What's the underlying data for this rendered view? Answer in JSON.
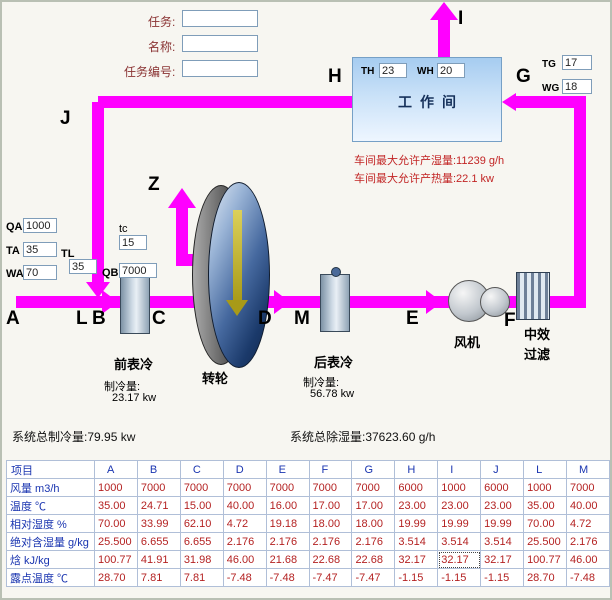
{
  "header": {
    "task_label": "任务:",
    "task_value": "",
    "name_label": "名称:",
    "name_value": "",
    "task_no_label": "任务编号:",
    "task_no_value": ""
  },
  "workroom": {
    "title": "工作间",
    "th_label": "TH",
    "th_value": "23",
    "wh_label": "WH",
    "wh_value": "20",
    "tg_label": "TG",
    "tg_value": "17",
    "wg_label": "WG",
    "wg_value": "18",
    "max_moisture": "车间最大允许产湿量:11239 g/h",
    "max_heat": "车间最大允许产热量:22.1 kw"
  },
  "inputs": {
    "qa_label": "QA",
    "qa_value": "1000",
    "ta_label": "TA",
    "ta_value": "35",
    "wa_label": "WA",
    "wa_value": "70",
    "tl_label": "TL",
    "tl_value": "35",
    "tc_label": "tc",
    "tc_value": "15",
    "qb_label": "QB",
    "qb_value": "7000"
  },
  "components": {
    "precooler_label": "前表冷",
    "precooler_capacity_label": "制冷量:",
    "precooler_capacity_value": "23.17 kw",
    "wheel_label": "转轮",
    "aftercooler_label": "后表冷",
    "aftercooler_capacity_label": "制冷量:",
    "aftercooler_capacity_value": "56.78 kw",
    "fan_label": "风机",
    "filter_label_line1": "中效",
    "filter_label_line2": "过滤"
  },
  "stats": {
    "total_cooling": "系统总制冷量:79.95 kw",
    "total_dehumid": "系统总除湿量:37623.60 g/h"
  },
  "letters": {
    "A": "A",
    "B": "B",
    "C": "C",
    "D": "D",
    "E": "E",
    "F": "F",
    "G": "G",
    "H": "H",
    "I": "I",
    "J": "J",
    "L": "L",
    "M": "M",
    "Z": "Z"
  },
  "colors": {
    "pipe": "#ff00ff",
    "table_value_text": "#b42222",
    "table_header_text": "#1a35b0",
    "workroom_fill": "#c9e1f8"
  },
  "table": {
    "corner": "项目",
    "columns": [
      "A",
      "B",
      "C",
      "D",
      "E",
      "F",
      "G",
      "H",
      "I",
      "J",
      "L",
      "M"
    ],
    "rows": [
      {
        "label": "风量 m3/h",
        "values": [
          "1000",
          "7000",
          "7000",
          "7000",
          "7000",
          "7000",
          "7000",
          "6000",
          "1000",
          "6000",
          "1000",
          "7000"
        ]
      },
      {
        "label": "温度 ℃",
        "values": [
          "35.00",
          "24.71",
          "15.00",
          "40.00",
          "16.00",
          "17.00",
          "17.00",
          "23.00",
          "23.00",
          "23.00",
          "35.00",
          "40.00"
        ]
      },
      {
        "label": "相对湿度 %",
        "values": [
          "70.00",
          "33.99",
          "62.10",
          "4.72",
          "19.18",
          "18.00",
          "18.00",
          "19.99",
          "19.99",
          "19.99",
          "70.00",
          "4.72"
        ]
      },
      {
        "label": "绝对含湿量 g/kg",
        "values": [
          "25.500",
          "6.655",
          "6.655",
          "2.176",
          "2.176",
          "2.176",
          "2.176",
          "3.514",
          "3.514",
          "3.514",
          "25.500",
          "2.176"
        ]
      },
      {
        "label": "焓 kJ/kg",
        "values": [
          "100.77",
          "41.91",
          "31.98",
          "46.00",
          "21.68",
          "22.68",
          "22.68",
          "32.17",
          "32.17",
          "32.17",
          "100.77",
          "46.00"
        ]
      },
      {
        "label": "露点温度 ℃",
        "values": [
          "28.70",
          "7.81",
          "7.81",
          "-7.48",
          "-7.48",
          "-7.47",
          "-7.47",
          "-1.15",
          "-1.15",
          "-1.15",
          "28.70",
          "-7.48"
        ]
      }
    ],
    "focused_cell": {
      "row": 4,
      "col": 8
    }
  }
}
